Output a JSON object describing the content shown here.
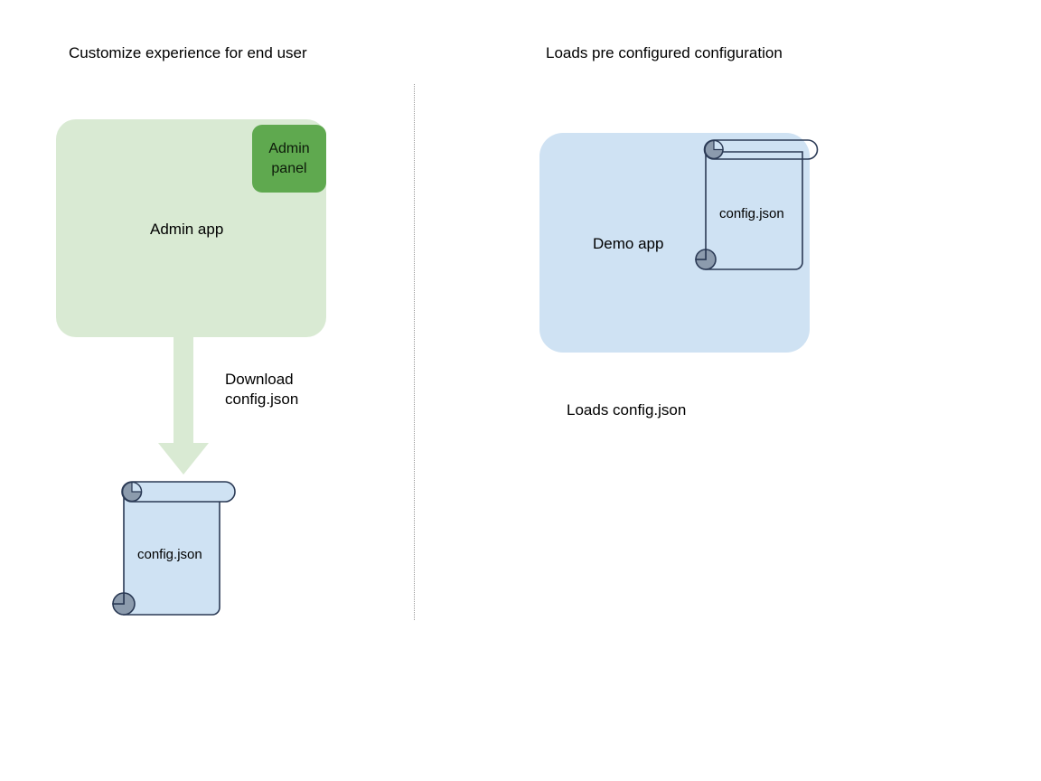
{
  "diagram": {
    "background": "#ffffff",
    "divider": {
      "style": "dotted-vertical",
      "color": "#9a9a9a"
    }
  },
  "panels": {
    "left": {
      "title": "Customize experience for end user",
      "app_box": {
        "label": "Admin app",
        "fill": "#d9ead3"
      },
      "badge": {
        "label": "Admin panel",
        "line1": "Admin",
        "line2": "panel",
        "fill": "#5fa94f"
      },
      "arrow": {
        "label_line1": "Download",
        "label_line2": "config.json",
        "fill": "#d9ead3",
        "direction": "down"
      },
      "document": {
        "label": "config.json",
        "fill": "#cfe2f3",
        "stroke": "#2b3a55",
        "roll_fill": "#8c9bad"
      }
    },
    "right": {
      "title": "Loads pre configured configuration",
      "app_box": {
        "label": "Demo app",
        "fill": "#cfe2f3"
      },
      "document": {
        "label": "config.json",
        "fill": "transparent",
        "stroke": "#2b3a55",
        "roll_fill": "#8c9bad"
      },
      "caption": "Loads config.json"
    }
  }
}
